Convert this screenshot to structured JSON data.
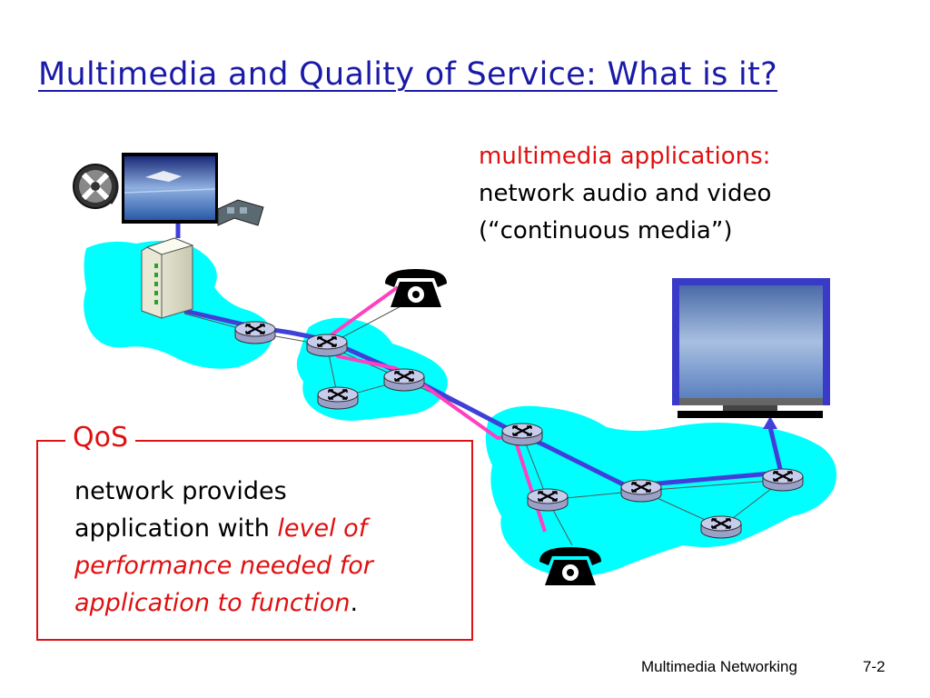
{
  "slide": {
    "title": "Multimedia and Quality of Service: What is it?"
  },
  "multimedia": {
    "heading": "multimedia applications:",
    "line1": "network audio and video",
    "line2": "(“continuous media”)"
  },
  "qos": {
    "label": "QoS",
    "line1": "network provides",
    "line2_plain": "application with ",
    "line2_em": "level of",
    "line3_em": "performance needed for",
    "line4_em": "application to function",
    "line4_end": "."
  },
  "footer": {
    "course": "Multimedia Networking",
    "page": "7-2"
  },
  "colors": {
    "title": "#1a1aa8",
    "accent_red": "#e01010",
    "network_cloud": "#00ffff",
    "video_path": "#4040d8",
    "voice_path": "#ff40c0"
  },
  "icons": [
    "film-reel-icon",
    "video-screen-icon",
    "film-strip-icon",
    "server-icon",
    "router-icon",
    "telephone-icon",
    "monitor-icon"
  ]
}
